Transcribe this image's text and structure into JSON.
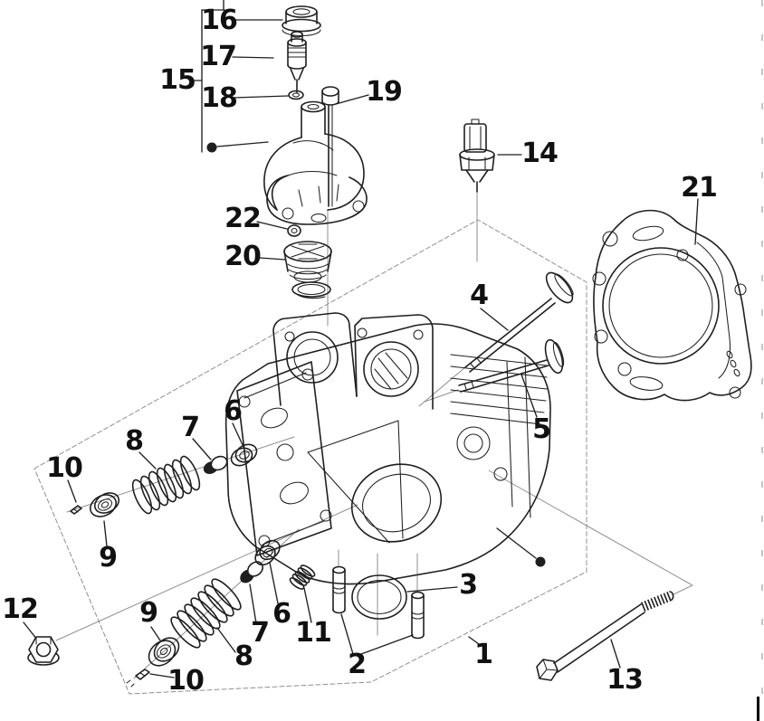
{
  "diagram": {
    "type": "exploded-parts-diagram",
    "callouts": {
      "n1": "1",
      "n2": "2",
      "n3": "3",
      "n4": "4",
      "n5": "5",
      "n6": "6",
      "n7": "7",
      "n8": "8",
      "n9": "9",
      "n10": "10",
      "n11": "11",
      "n12": "12",
      "n13": "13",
      "n14": "14",
      "n15": "15",
      "n16": "16",
      "n17": "17",
      "n18": "18",
      "n19": "19",
      "n20": "20",
      "n21": "21",
      "n22": "22"
    },
    "colors": {
      "line": "#1f1f1f",
      "guide": "#8f8f8f",
      "edge_dash": "#c6c6c6",
      "background": "#ffffff"
    }
  }
}
